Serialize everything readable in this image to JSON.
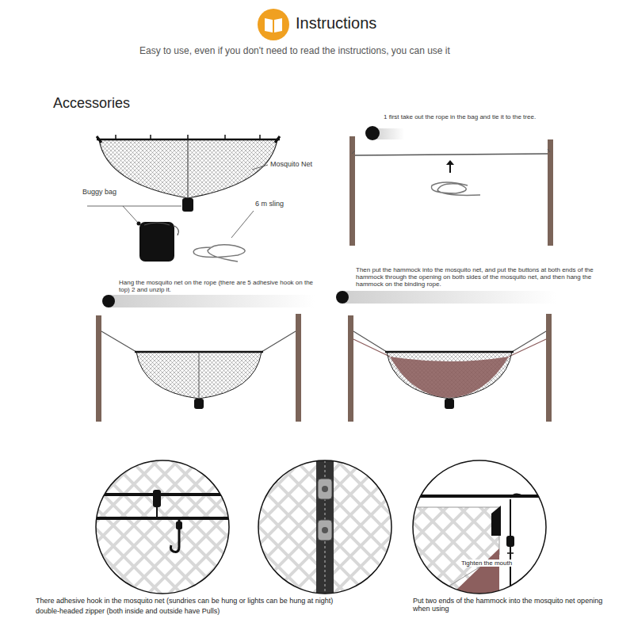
{
  "diagram": {
    "title": "Instructions",
    "nodes": [
      {
        "text": [
          "Tighten the mouth"
        ]
      }
    ],
    "labels": [
      "Easy to use, even if you don't need to read the instructions, you can use it",
      "Accessories",
      "Mosquito Net",
      "Buggy bag",
      "6 m sling",
      "1 first take out the rope in the bag and tie it to the tree.",
      "Hang the mosquito net on the rope (there are 5 adhesive hook on the top) 2 and unzip it.",
      "Then put the hammock into the mosquito net, and put the buttons at both ends of the hammock through the opening on both sides of the mosquito net, and then hang the hammock on the binding rope.",
      "There adhesive hook in the mosquito net (sundries can be hung or lights can be hung at night)",
      "double-headed zipper (both inside and outside have Pulls)",
      "Put two ends of the hammock into the mosquito net opening when using"
    ]
  }
}
